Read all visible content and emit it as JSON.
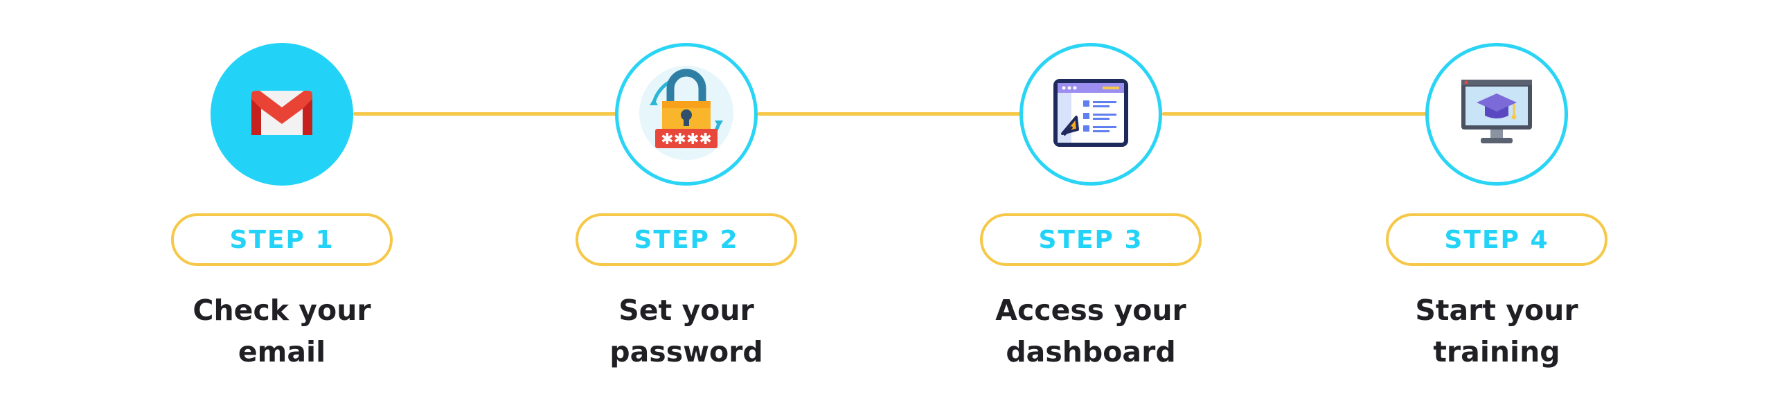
{
  "colors": {
    "accent_cyan": "#22d3f7",
    "connector_yellow": "#f6c84a",
    "text_dark": "#1f1f24"
  },
  "steps": [
    {
      "badge": "STEP 1",
      "line1": "Check your",
      "line2": "email",
      "icon": "gmail-icon"
    },
    {
      "badge": "STEP 2",
      "line1": "Set your",
      "line2": "password",
      "icon": "padlock-password-icon"
    },
    {
      "badge": "STEP 3",
      "line1": "Access your",
      "line2": "dashboard",
      "icon": "dashboard-window-icon"
    },
    {
      "badge": "STEP 4",
      "line1": "Start your",
      "line2": "training",
      "icon": "graduation-monitor-icon"
    }
  ]
}
